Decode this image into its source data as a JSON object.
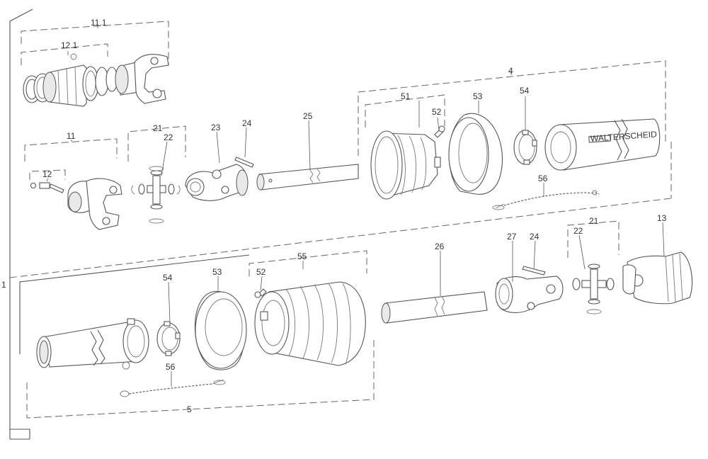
{
  "labels": {
    "l_11_1": "11.1",
    "l_12_1": "12.1",
    "l_4": "4",
    "l_51": "51",
    "l_52a": "52",
    "l_53a": "53",
    "l_54a": "54",
    "l_11": "11",
    "l_21a": "21",
    "l_22a": "22",
    "l_23": "23",
    "l_24a": "24",
    "l_25": "25",
    "l_12": "12",
    "l_56a": "56",
    "l_21b": "21",
    "l_13": "13",
    "l_22b": "22",
    "l_1": "1",
    "l_54b": "54",
    "l_53b": "53",
    "l_52b": "52",
    "l_55": "55",
    "l_26": "26",
    "l_27": "27",
    "l_24b": "24",
    "l_56b": "56",
    "l_5": "5"
  },
  "tube_marking": "WALTERSCHEID"
}
